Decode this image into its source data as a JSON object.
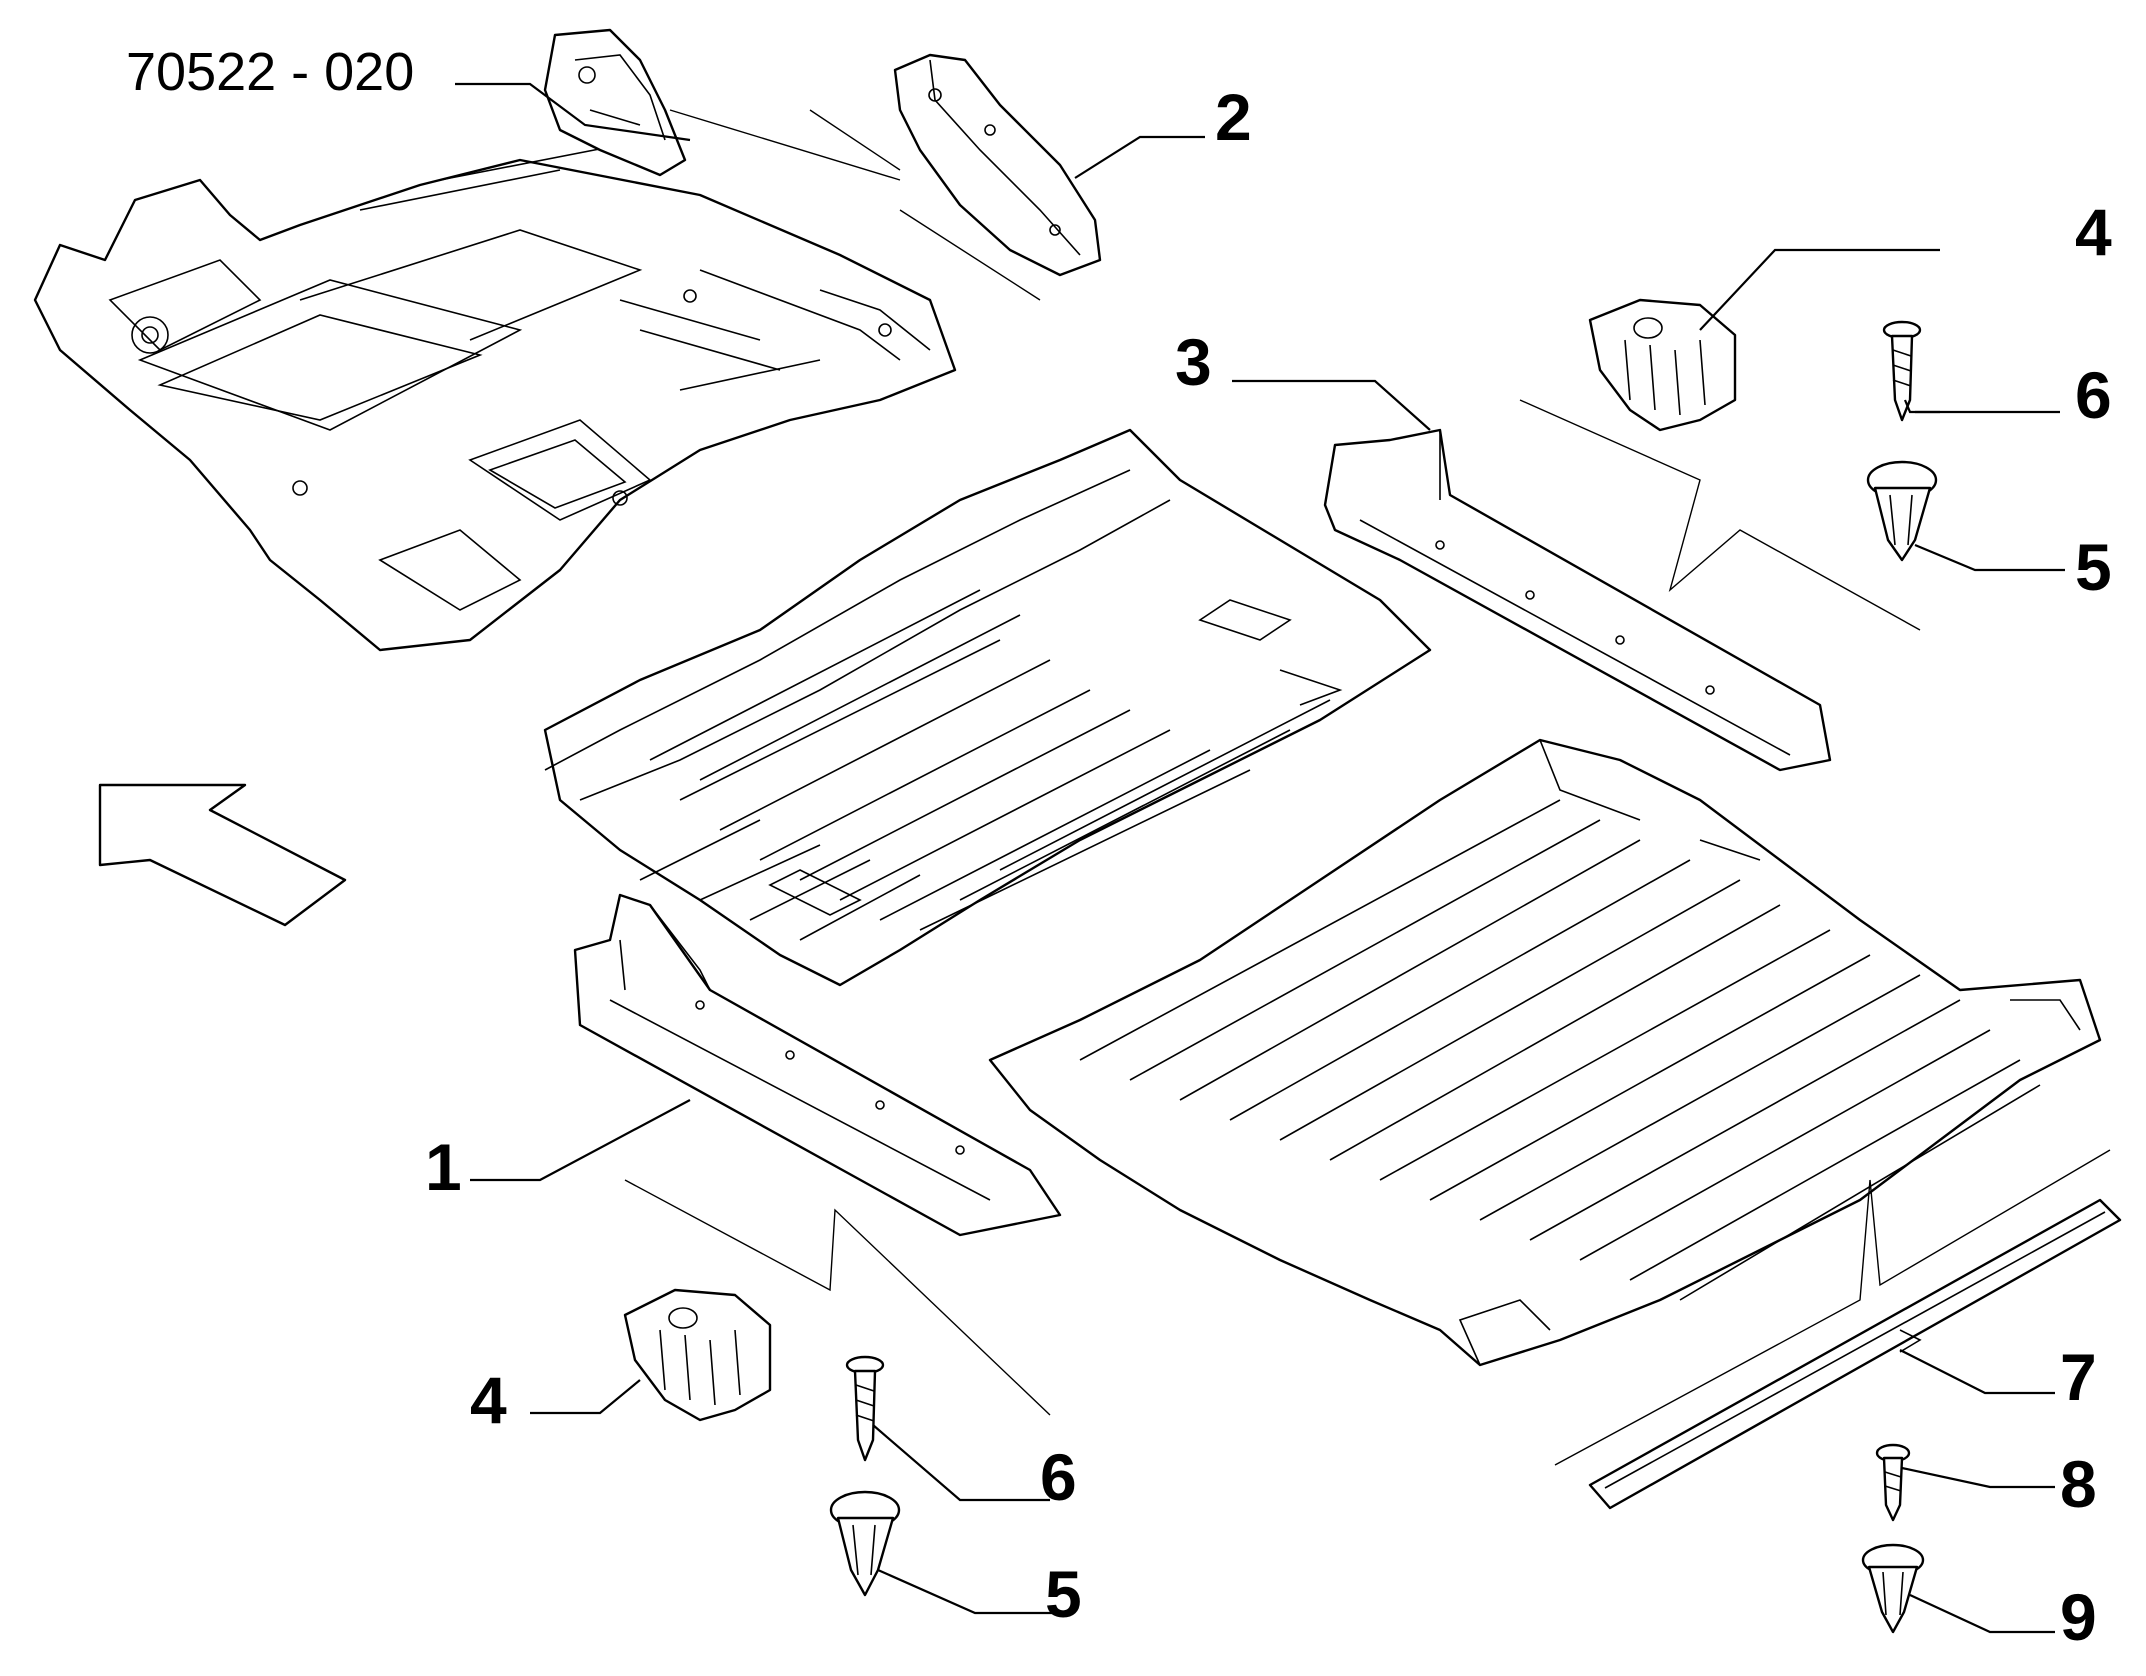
{
  "ref_label": "70522 - 020",
  "callouts": {
    "c1": "1",
    "c2": "2",
    "c3": "3",
    "c4_top": "4",
    "c4_bottom": "4",
    "c5_top": "5",
    "c5_bottom": "5",
    "c6_top": "6",
    "c6_bottom": "6",
    "c7": "7",
    "c8": "8",
    "c9": "9"
  },
  "icons": {
    "direction_arrow": "front-direction-arrow-icon"
  }
}
